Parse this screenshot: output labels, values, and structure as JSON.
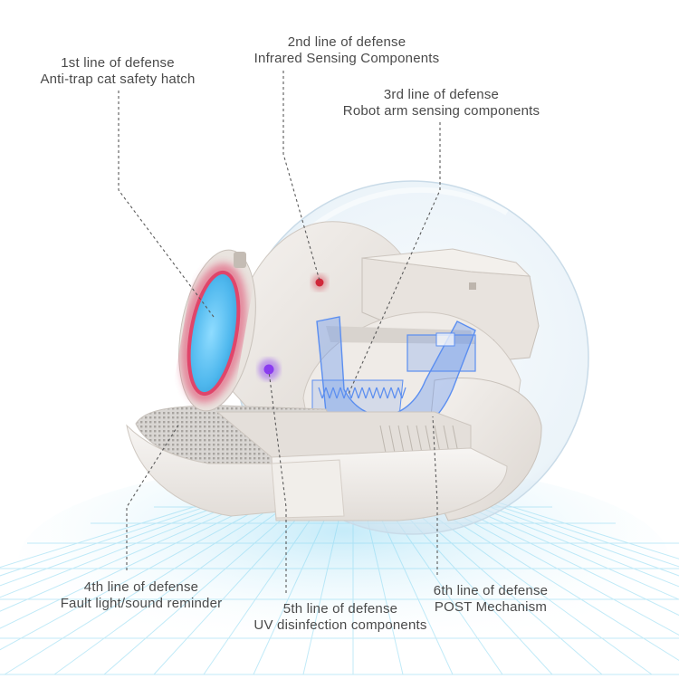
{
  "callouts": [
    {
      "id": "defense-1",
      "title": "1st line of defense",
      "subtitle": "Anti-trap cat safety hatch"
    },
    {
      "id": "defense-2",
      "title": "2nd line of defense",
      "subtitle": "Infrared Sensing Components"
    },
    {
      "id": "defense-3",
      "title": "3rd line of defense",
      "subtitle": "Robot arm sensing components"
    },
    {
      "id": "defense-4",
      "title": "4th line of defense",
      "subtitle": "Fault light/sound reminder"
    },
    {
      "id": "defense-5",
      "title": "5th line of defense",
      "subtitle": "UV disinfection components"
    },
    {
      "id": "defense-6",
      "title": "6th line of defense",
      "subtitle": "POST Mechanism"
    }
  ],
  "colors": {
    "text": "#4a4a4a",
    "leader": "#5a5a5a",
    "hatch_glow": "#e0456a",
    "hatch_fill": "#5fc4f2",
    "infrared": "#d0283a",
    "uv": "#8a3cf0",
    "robot_arm": "#5b8ef0",
    "grid": "#8fd9f2",
    "shell": "#eeeae6"
  }
}
